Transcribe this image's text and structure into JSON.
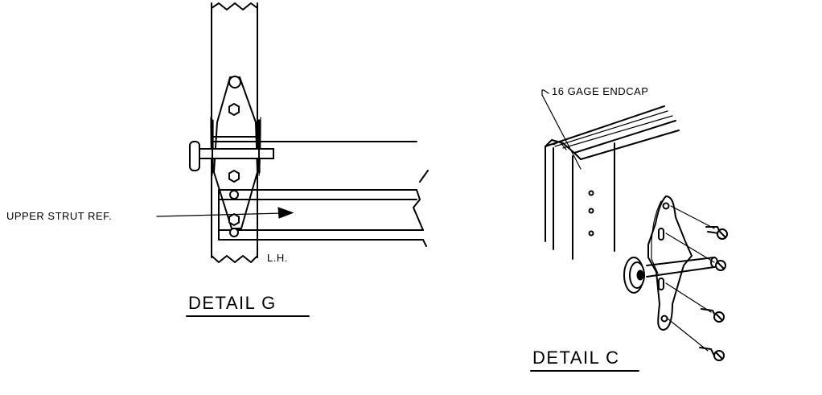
{
  "detail_g": {
    "title": "DETAIL  G",
    "callout": "UPPER STRUT REF.",
    "hand_note": "L.H."
  },
  "detail_c": {
    "title": "DETAIL  C",
    "callout": "16 GAGE ENDCAP"
  }
}
